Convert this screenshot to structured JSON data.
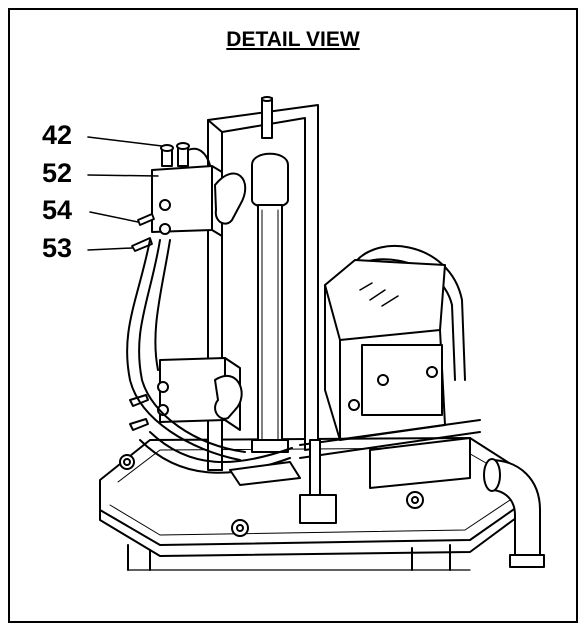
{
  "title": "DETAIL VIEW",
  "callouts": [
    {
      "label": "42"
    },
    {
      "label": "52"
    },
    {
      "label": "54"
    },
    {
      "label": "53"
    }
  ]
}
